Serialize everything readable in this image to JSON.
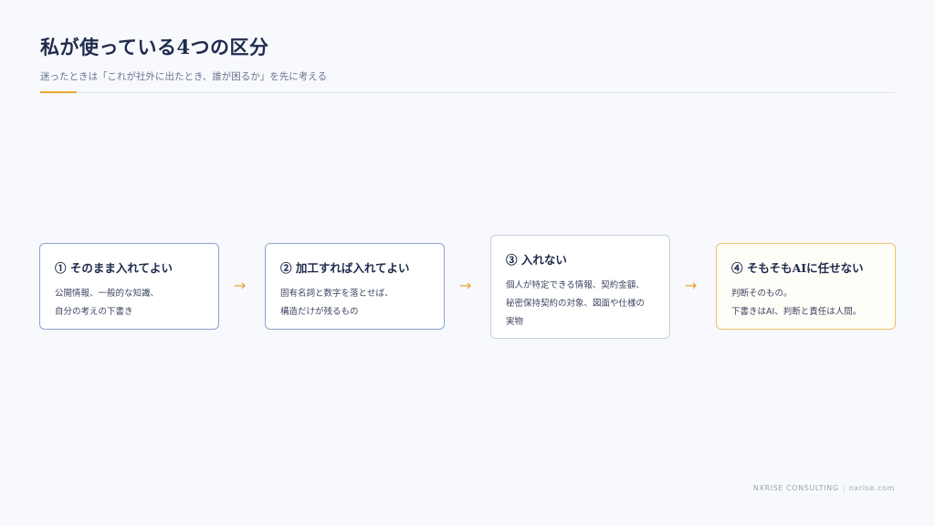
{
  "header": {
    "title": "私が使っている4つの区分",
    "subtitle": "迷ったときは「これが社外に出たとき、誰が困るか」を先に考える"
  },
  "cards": [
    {
      "title": "① そのまま入れてよい",
      "lines": [
        "公開情報、一般的な知識、",
        "自分の考えの下書き"
      ]
    },
    {
      "title": "② 加工すれば入れてよい",
      "lines": [
        "固有名詞と数字を落とせば、",
        "構造だけが残るもの"
      ]
    },
    {
      "title": "③ 入れない",
      "lines": [
        "個人が特定できる情報、契約金額、",
        "秘密保持契約の対象、図面や仕様の",
        "実物"
      ]
    },
    {
      "title": "④ そもそもAIに任せない",
      "lines": [
        "判断そのもの。",
        "下書きはAI、判断と責任は人間。"
      ]
    }
  ],
  "arrow": "→",
  "footer": {
    "brand": "NXRISE CONSULTING",
    "separator": "|",
    "site": "nxrise.com"
  },
  "colors": {
    "accent": "#e8a431",
    "card_border_blue": "#8ea3cf",
    "card_border_gray": "#c9d1dd",
    "card_border_orange": "#f0bf6e",
    "title": "#1f2b4d"
  }
}
